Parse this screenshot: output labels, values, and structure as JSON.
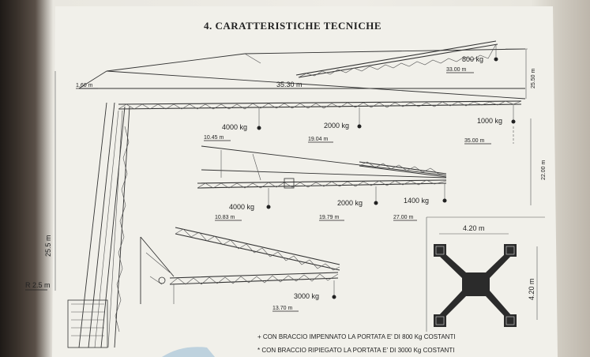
{
  "title": "4. CARATTERISTICHE  TECNICHE",
  "top": {
    "load_tip": "800 kg",
    "dist_tip": "33.00 m",
    "height": "25.50 m",
    "offset": "1.60 m",
    "span": "35.30 m"
  },
  "jib1": {
    "load_a": "4000 kg",
    "dist_a": "10.45 m",
    "load_b": "2000 kg",
    "dist_b": "19.04 m",
    "load_c": "1000 kg",
    "dist_c": "35.00 m"
  },
  "height_22": "22.00 m",
  "jib2": {
    "load_a": "4000 kg",
    "dist_a": "10.83 m",
    "load_b": "2000 kg",
    "dist_b": "19.79 m",
    "load_c": "1400 kg",
    "dist_c": "27.00 m"
  },
  "jib3": {
    "load_a": "3000 kg",
    "dist_a": "13.70 m"
  },
  "tower": {
    "height": "25.5 m",
    "radius": "R 2.5 m"
  },
  "base": {
    "width": "4.20 m",
    "depth": "4.20 m"
  },
  "notes": [
    "+ CON BRACCIO IMPENNATO LA PORTATA E' DI 800 Kg COSTANTI",
    "* CON BRACCIO RIPIEGATO LA PORTATA E' DI 3000 Kg COSTANTI"
  ]
}
